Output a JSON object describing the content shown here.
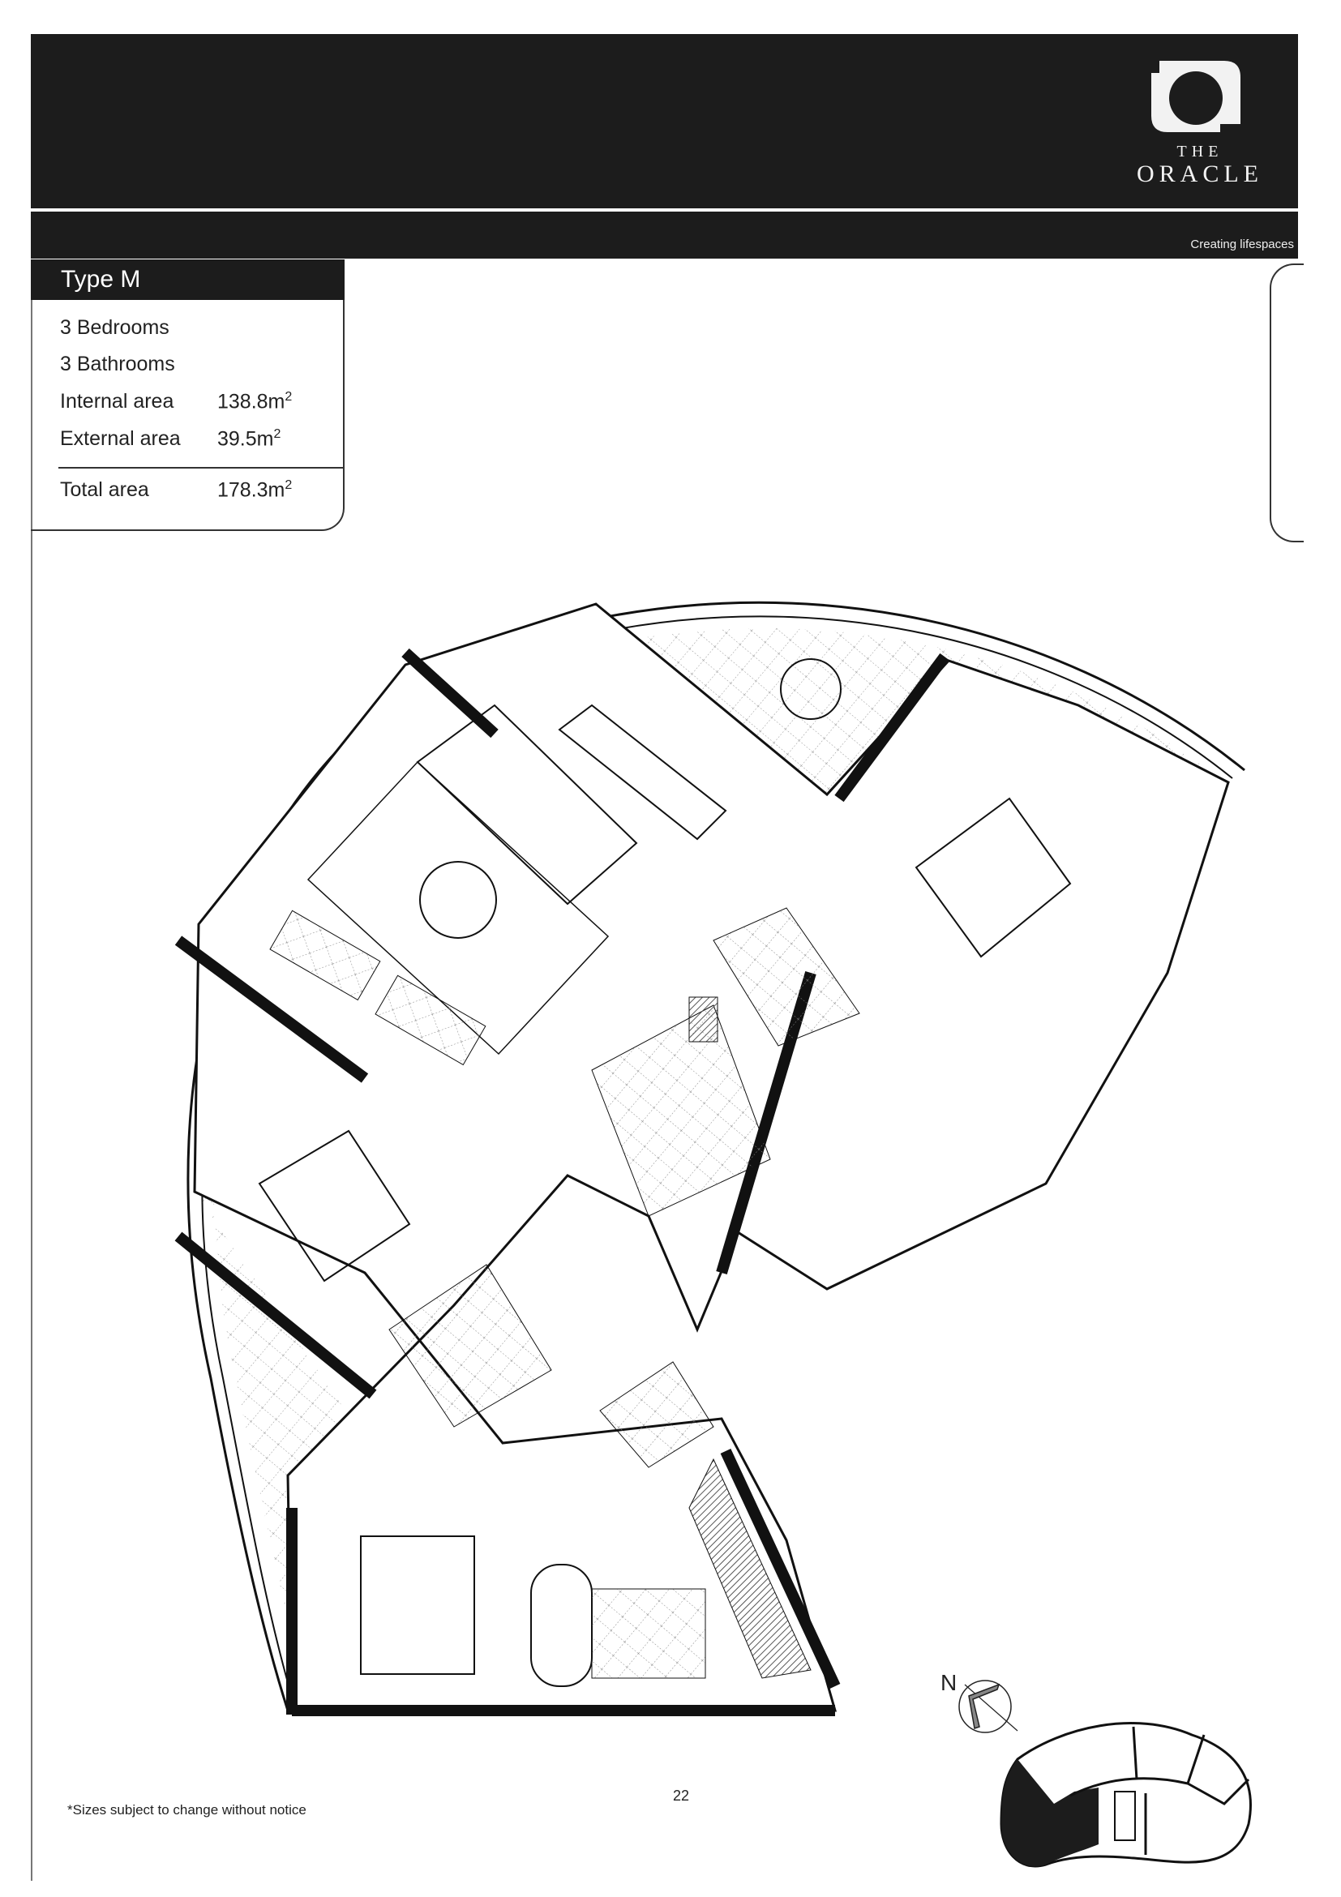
{
  "brand": {
    "the": "THE",
    "name": "ORACLE",
    "tagline": "Creating lifespaces",
    "header_color": "#1c1c1c"
  },
  "spec": {
    "title": "Type M",
    "bedrooms": "3 Bedrooms",
    "bathrooms": "3 Bathrooms",
    "internal_label": "Internal area",
    "internal_value": "138.8m",
    "external_label": "External area",
    "external_value": "39.5m",
    "total_label": "Total area",
    "total_value": "178.3m",
    "unit_superscript": "2"
  },
  "compass": {
    "label": "N"
  },
  "footer": {
    "note": "*Sizes subject to change without notice",
    "page_number": "22"
  }
}
